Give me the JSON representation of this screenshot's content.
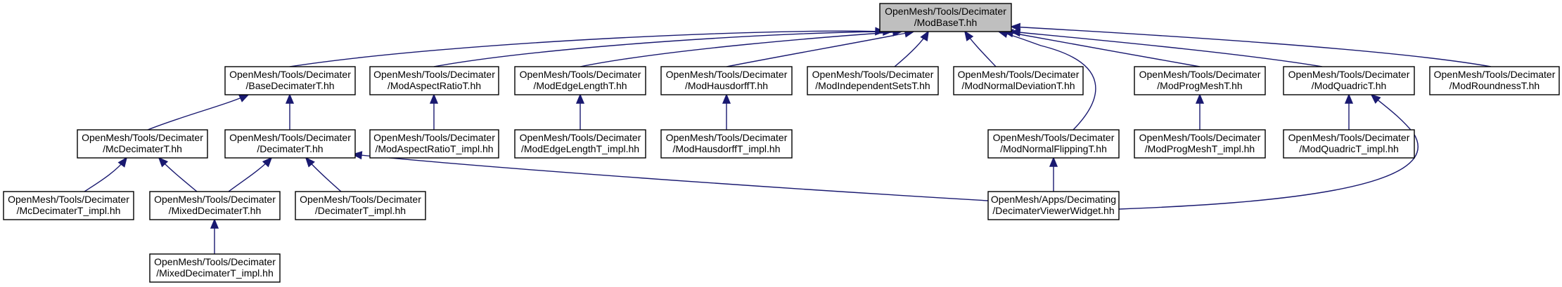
{
  "graph": {
    "colors": {
      "edge": "#191970",
      "root_fill": "#bfbfbf",
      "node_fill": "#ffffff",
      "node_border": "#000000"
    },
    "nodes": [
      {
        "id": "modbase",
        "root": true,
        "lines": [
          "OpenMesh/Tools/Decimater",
          "/ModBaseT.hh"
        ]
      },
      {
        "id": "basedec",
        "lines": [
          "OpenMesh/Tools/Decimater",
          "/BaseDecimaterT.hh"
        ]
      },
      {
        "id": "modaspect",
        "lines": [
          "OpenMesh/Tools/Decimater",
          "/ModAspectRatioT.hh"
        ]
      },
      {
        "id": "modedge",
        "lines": [
          "OpenMesh/Tools/Decimater",
          "/ModEdgeLengthT.hh"
        ]
      },
      {
        "id": "modhaus",
        "lines": [
          "OpenMesh/Tools/Decimater",
          "/ModHausdorffT.hh"
        ]
      },
      {
        "id": "modindep",
        "lines": [
          "OpenMesh/Tools/Decimater",
          "/ModIndependentSetsT.hh"
        ]
      },
      {
        "id": "modnormdev",
        "lines": [
          "OpenMesh/Tools/Decimater",
          "/ModNormalDeviationT.hh"
        ]
      },
      {
        "id": "modprog",
        "lines": [
          "OpenMesh/Tools/Decimater",
          "/ModProgMeshT.hh"
        ]
      },
      {
        "id": "modquad",
        "lines": [
          "OpenMesh/Tools/Decimater",
          "/ModQuadricT.hh"
        ]
      },
      {
        "id": "modround",
        "lines": [
          "OpenMesh/Tools/Decimater",
          "/ModRoundnessT.hh"
        ]
      },
      {
        "id": "mcdec",
        "lines": [
          "OpenMesh/Tools/Decimater",
          "/McDecimaterT.hh"
        ]
      },
      {
        "id": "decT",
        "lines": [
          "OpenMesh/Tools/Decimater",
          "/DecimaterT.hh"
        ]
      },
      {
        "id": "modaspect_impl",
        "lines": [
          "OpenMesh/Tools/Decimater",
          "/ModAspectRatioT_impl.hh"
        ]
      },
      {
        "id": "modedge_impl",
        "lines": [
          "OpenMesh/Tools/Decimater",
          "/ModEdgeLengthT_impl.hh"
        ]
      },
      {
        "id": "modhaus_impl",
        "lines": [
          "OpenMesh/Tools/Decimater",
          "/ModHausdorffT_impl.hh"
        ]
      },
      {
        "id": "modnormflip",
        "lines": [
          "OpenMesh/Tools/Decimater",
          "/ModNormalFlippingT.hh"
        ]
      },
      {
        "id": "modprog_impl",
        "lines": [
          "OpenMesh/Tools/Decimater",
          "/ModProgMeshT_impl.hh"
        ]
      },
      {
        "id": "modquad_impl",
        "lines": [
          "OpenMesh/Tools/Decimater",
          "/ModQuadricT_impl.hh"
        ]
      },
      {
        "id": "mcdec_impl",
        "lines": [
          "OpenMesh/Tools/Decimater",
          "/McDecimaterT_impl.hh"
        ]
      },
      {
        "id": "mixeddec",
        "lines": [
          "OpenMesh/Tools/Decimater",
          "/MixedDecimaterT.hh"
        ]
      },
      {
        "id": "decT_impl",
        "lines": [
          "OpenMesh/Tools/Decimater",
          "/DecimaterT_impl.hh"
        ]
      },
      {
        "id": "viewer",
        "lines": [
          "OpenMesh/Apps/Decimating",
          "/DecimaterViewerWidget.hh"
        ]
      },
      {
        "id": "mixeddec_impl",
        "lines": [
          "OpenMesh/Tools/Decimater",
          "/MixedDecimaterT_impl.hh"
        ]
      }
    ],
    "edges": [
      {
        "from": "modbase",
        "to": "basedec"
      },
      {
        "from": "modbase",
        "to": "modaspect"
      },
      {
        "from": "modbase",
        "to": "modedge"
      },
      {
        "from": "modbase",
        "to": "modhaus"
      },
      {
        "from": "modbase",
        "to": "modindep"
      },
      {
        "from": "modbase",
        "to": "modnormdev"
      },
      {
        "from": "modbase",
        "to": "modnormflip"
      },
      {
        "from": "modbase",
        "to": "modprog"
      },
      {
        "from": "modbase",
        "to": "modquad"
      },
      {
        "from": "modbase",
        "to": "modround"
      },
      {
        "from": "basedec",
        "to": "mcdec"
      },
      {
        "from": "basedec",
        "to": "decT"
      },
      {
        "from": "modaspect",
        "to": "modaspect_impl"
      },
      {
        "from": "modedge",
        "to": "modedge_impl"
      },
      {
        "from": "modhaus",
        "to": "modhaus_impl"
      },
      {
        "from": "modprog",
        "to": "modprog_impl"
      },
      {
        "from": "modquad",
        "to": "modquad_impl"
      },
      {
        "from": "modquad",
        "to": "viewer"
      },
      {
        "from": "mcdec",
        "to": "mcdec_impl"
      },
      {
        "from": "mcdec",
        "to": "mixeddec"
      },
      {
        "from": "decT",
        "to": "mixeddec"
      },
      {
        "from": "decT",
        "to": "decT_impl"
      },
      {
        "from": "decT",
        "to": "viewer"
      },
      {
        "from": "modnormflip",
        "to": "viewer"
      },
      {
        "from": "mixeddec",
        "to": "mixeddec_impl"
      }
    ]
  }
}
